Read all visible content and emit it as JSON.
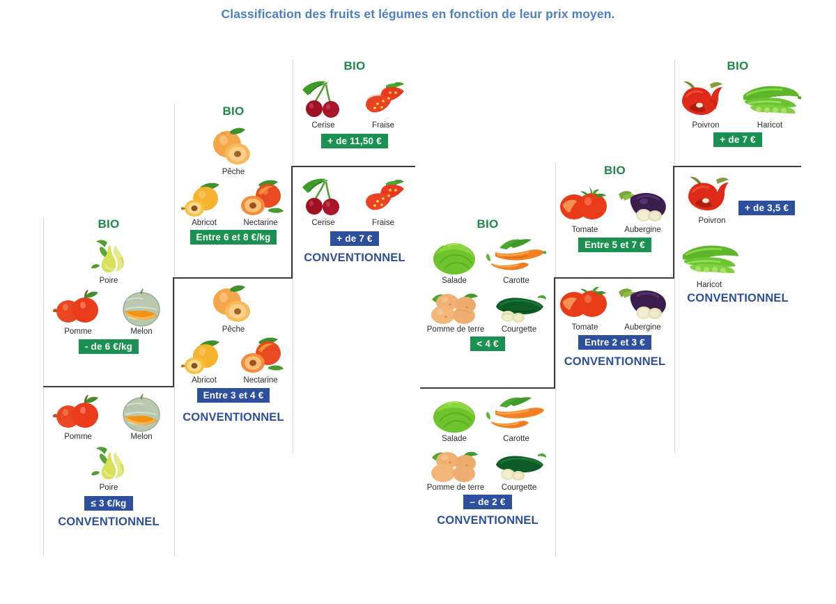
{
  "title": "Classification des fruits et légumes en fonction de leur prix moyen.",
  "labels": {
    "bio": "BIO",
    "conventionnel": "CONVENTIONNEL"
  },
  "colors": {
    "title": "#4a7fc1",
    "bio_green": "#1a8a46",
    "badge_green": "#1a9150",
    "conventionnel_blue": "#2d4f9e",
    "badge_blue": "#2c4f9e",
    "step_border": "#3d3d3d",
    "separator": "#d6d6d6"
  },
  "columns": [
    {
      "id": "col-apple-pear-melon",
      "bio": {
        "heading": "BIO",
        "items_row1": [
          {
            "name": "Poire",
            "icon": "pear-icon"
          }
        ],
        "items_row2": [
          {
            "name": "Pomme",
            "icon": "apple-icon"
          },
          {
            "name": "Melon",
            "icon": "melon-icon"
          }
        ],
        "price": "- de 6 €/kg"
      },
      "conventionnel": {
        "heading": "CONVENTIONNEL",
        "items_row1": [
          {
            "name": "Pomme",
            "icon": "apple-icon"
          },
          {
            "name": "Melon",
            "icon": "melon-icon"
          }
        ],
        "items_row2": [
          {
            "name": "Poire",
            "icon": "pear-icon"
          }
        ],
        "price": "≤ 3 €/kg"
      }
    },
    {
      "id": "col-peach-apricot-nectarine",
      "bio": {
        "heading": "BIO",
        "items_row1": [
          {
            "name": "Pêche",
            "icon": "peach-icon"
          }
        ],
        "items_row2": [
          {
            "name": "Abricot",
            "icon": "apricot-icon"
          },
          {
            "name": "Nectarine",
            "icon": "nectarine-icon"
          }
        ],
        "price": "Entre 6 et 8 €/kg"
      },
      "conventionnel": {
        "heading": "CONVENTIONNEL",
        "items_row1": [
          {
            "name": "Pêche",
            "icon": "peach-icon"
          }
        ],
        "items_row2": [
          {
            "name": "Abricot",
            "icon": "apricot-icon"
          },
          {
            "name": "Nectarine",
            "icon": "nectarine-icon"
          }
        ],
        "price": "Entre 3 et 4 €"
      }
    },
    {
      "id": "col-cherry-strawberry",
      "bio": {
        "heading": "BIO",
        "items_row1": [
          {
            "name": "Cerise",
            "icon": "cherry-icon"
          },
          {
            "name": "Fraise",
            "icon": "strawberry-icon"
          }
        ],
        "items_row2": [],
        "price": "+ de 11,50 €"
      },
      "conventionnel": {
        "heading": "CONVENTIONNEL",
        "items_row1": [
          {
            "name": "Cerise",
            "icon": "cherry-icon"
          },
          {
            "name": "Fraise",
            "icon": "strawberry-icon"
          }
        ],
        "items_row2": [],
        "price": "+ de 7 €"
      }
    },
    {
      "id": "col-salad-carrot-potato-courgette",
      "bio": {
        "heading": "BIO",
        "items_row1": [
          {
            "name": "Salade",
            "icon": "lettuce-icon"
          },
          {
            "name": "Carotte",
            "icon": "carrot-icon"
          }
        ],
        "items_row2": [
          {
            "name": "Pomme de terre",
            "icon": "potato-icon"
          },
          {
            "name": "Courgette",
            "icon": "courgette-icon"
          }
        ],
        "price": "< 4 €"
      },
      "conventionnel": {
        "heading": "CONVENTIONNEL",
        "items_row1": [
          {
            "name": "Salade",
            "icon": "lettuce-icon"
          },
          {
            "name": "Carotte",
            "icon": "carrot-icon"
          }
        ],
        "items_row2": [
          {
            "name": "Pomme de terre",
            "icon": "potato-icon"
          },
          {
            "name": "Courgette",
            "icon": "courgette-icon"
          }
        ],
        "price": "– de 2 €"
      }
    },
    {
      "id": "col-tomato-aubergine",
      "bio": {
        "heading": "BIO",
        "items_row1": [
          {
            "name": "Tomate",
            "icon": "tomato-icon"
          },
          {
            "name": "Aubergine",
            "icon": "aubergine-icon"
          }
        ],
        "items_row2": [],
        "price": "Entre 5 et 7 €"
      },
      "conventionnel": {
        "heading": "CONVENTIONNEL",
        "items_row1": [
          {
            "name": "Tomate",
            "icon": "tomato-icon"
          },
          {
            "name": "Aubergine",
            "icon": "aubergine-icon"
          }
        ],
        "items_row2": [],
        "price": "Entre 2 et 3 €"
      }
    },
    {
      "id": "col-pepper-bean",
      "bio": {
        "heading": "BIO",
        "items_row1": [
          {
            "name": "Poivron",
            "icon": "pepper-icon"
          },
          {
            "name": "Haricot",
            "icon": "bean-icon"
          }
        ],
        "items_row2": [],
        "price": "+ de 7 €"
      },
      "conventionnel": {
        "heading": "CONVENTIONNEL",
        "items_row1": [
          {
            "name": "Poivron",
            "icon": "pepper-icon"
          }
        ],
        "items_row2": [
          {
            "name": "Haricot",
            "icon": "bean-icon"
          }
        ],
        "price": "+ de 3,5 €"
      }
    }
  ]
}
